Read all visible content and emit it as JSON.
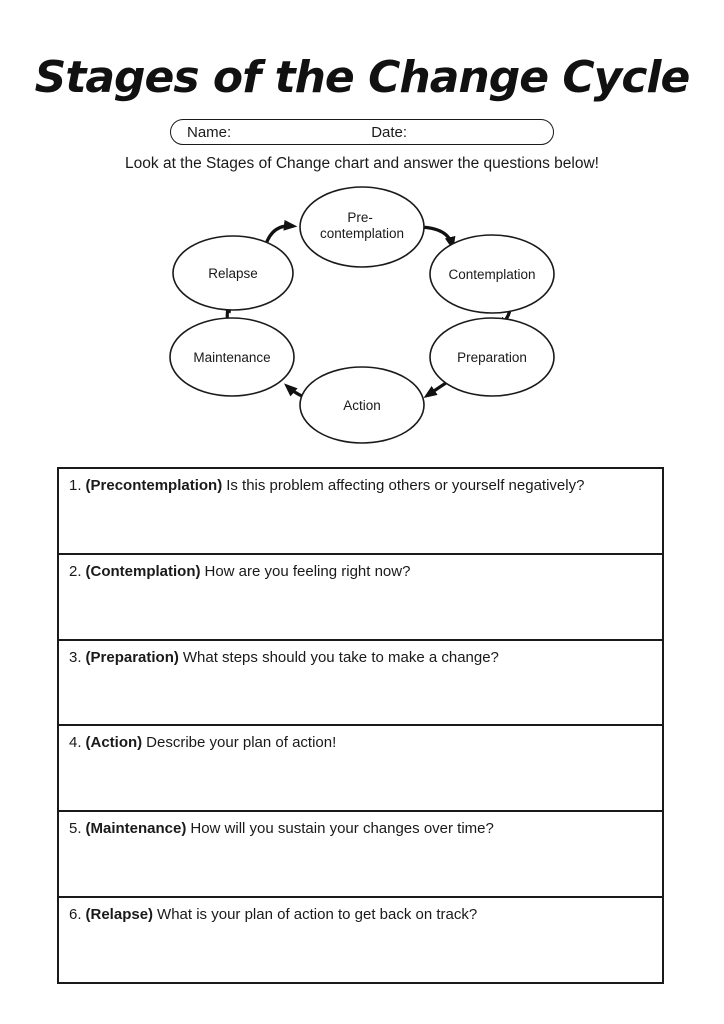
{
  "header": {
    "title": "Stages of the Change Cycle",
    "name_label": "Name:",
    "date_label": "Date:",
    "instruction": "Look at the Stages of Change chart and answer the questions below!"
  },
  "diagram": {
    "nodes": [
      {
        "id": "precontemplation",
        "line1": "Pre-",
        "line2": "contemplation"
      },
      {
        "id": "contemplation",
        "label": "Contemplation"
      },
      {
        "id": "preparation",
        "label": "Preparation"
      },
      {
        "id": "action",
        "label": "Action"
      },
      {
        "id": "maintenance",
        "label": "Maintenance"
      },
      {
        "id": "relapse",
        "label": "Relapse"
      }
    ],
    "flow": "Pre-contemplation -> Contemplation -> Preparation -> Action -> Maintenance -> Relapse -> Pre-contemplation"
  },
  "questions": [
    {
      "number": "1.",
      "stage": "(Precontemplation)",
      "text": "Is this problem affecting others or yourself negatively?"
    },
    {
      "number": "2.",
      "stage": "(Contemplation)",
      "text": "How are you feeling right now?"
    },
    {
      "number": "3.",
      "stage": "(Preparation)",
      "text": "What steps should you take to make a change?"
    },
    {
      "number": "4.",
      "stage": "(Action)",
      "text": "Describe your plan of action!"
    },
    {
      "number": "5.",
      "stage": "(Maintenance)",
      "text": "How will you sustain your changes over time?"
    },
    {
      "number": "6.",
      "stage": "(Relapse)",
      "text": "What is your plan of action to get back on track?"
    }
  ],
  "colors": {
    "ink": "#1a1a1a",
    "paper": "#ffffff"
  }
}
